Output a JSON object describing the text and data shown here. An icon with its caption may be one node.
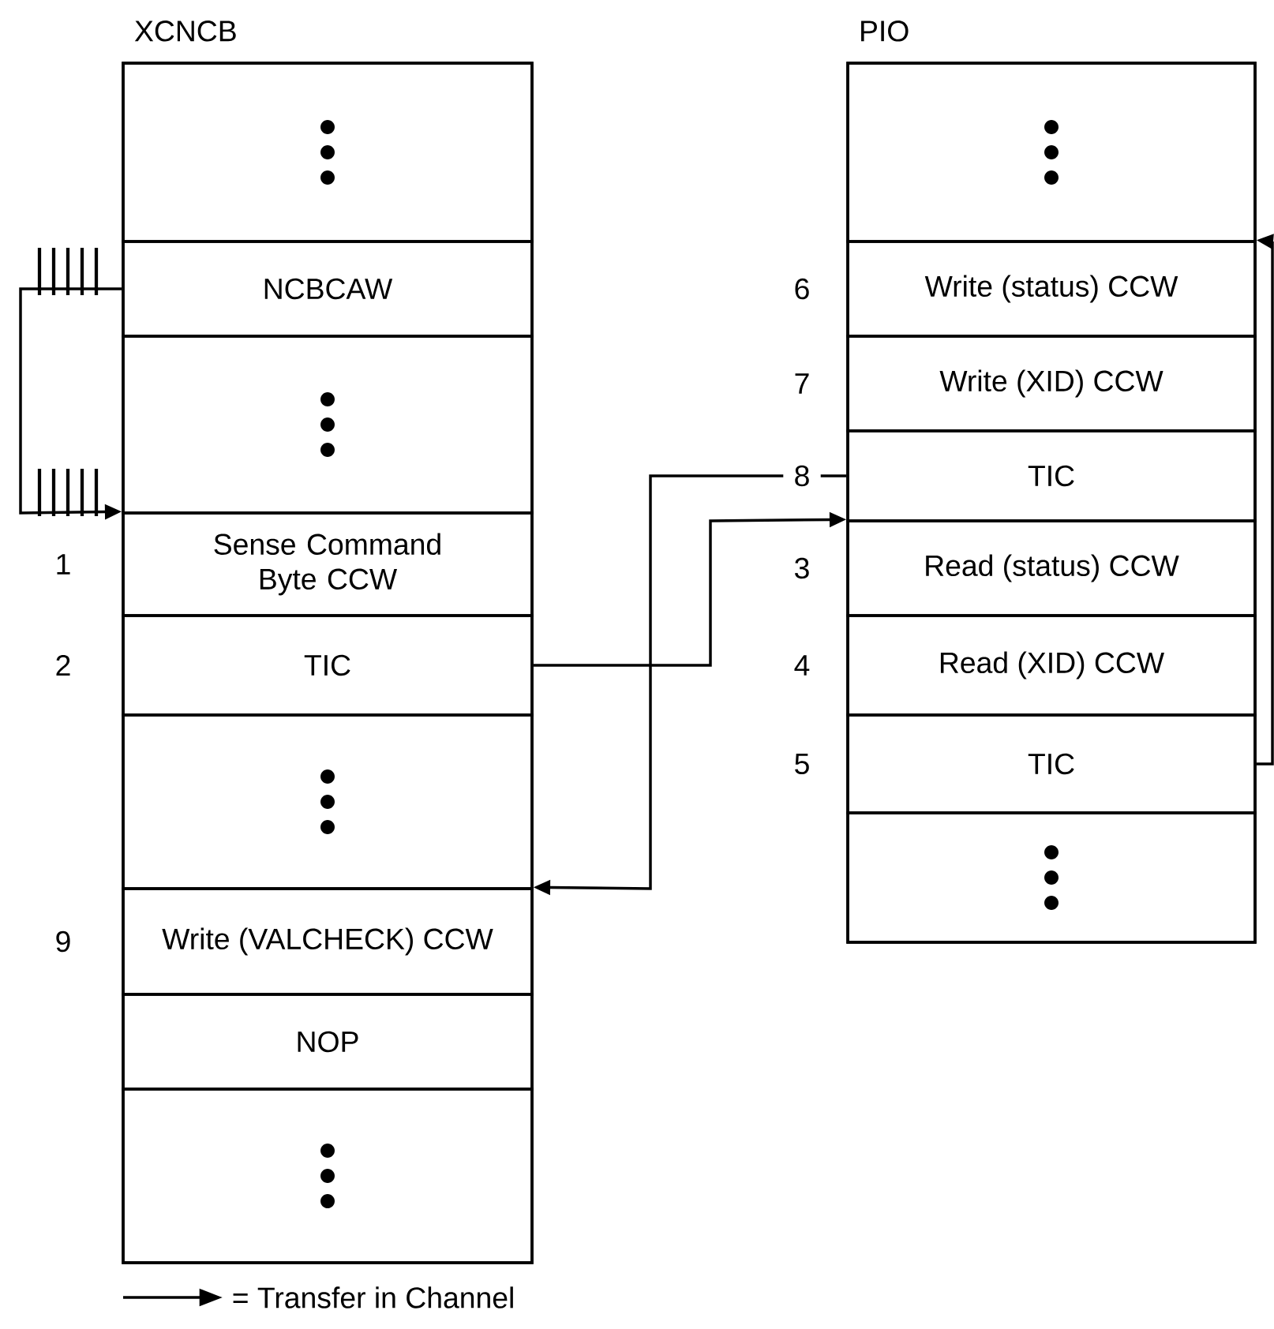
{
  "diagram": {
    "nodes": [
      {
        "text": [
          "XCNCB"
        ]
      },
      {
        "text": [],
        "shape": "box",
        "in": 0
      },
      {
        "text": [
          "NCBCAW"
        ],
        "in": 0
      },
      {
        "text": [],
        "shape": "box",
        "in": 0
      },
      {
        "text": [
          "Sense Command Byte CCW"
        ],
        "in": 0,
        "beside": [
          "1"
        ]
      },
      {
        "text": [
          "TIC"
        ],
        "in": 0,
        "beside": [
          "2"
        ]
      },
      {
        "text": [],
        "shape": "box",
        "in": 0
      },
      {
        "text": [
          "Write (VALCHECK) CCW"
        ],
        "in": 0,
        "beside": [
          "9"
        ]
      },
      {
        "text": [
          "NOP"
        ],
        "in": 0
      },
      {
        "text": [],
        "shape": "box",
        "in": 0
      },
      {
        "text": [
          "PIO"
        ]
      },
      {
        "text": [],
        "shape": "box",
        "in": 10
      },
      {
        "text": [
          "Write (status) CCW"
        ],
        "in": 10,
        "beside": [
          "6"
        ]
      },
      {
        "text": [
          "Write (XID) CCW"
        ],
        "in": 10,
        "beside": [
          "7"
        ]
      },
      {
        "text": [
          "TIC"
        ],
        "in": 10,
        "beside": [
          "8"
        ]
      },
      {
        "text": [
          "Read (status) CCW"
        ],
        "in": 10,
        "beside": [
          "3"
        ]
      },
      {
        "text": [
          "Read (XID) CCW"
        ],
        "in": 10,
        "beside": [
          "4"
        ]
      },
      {
        "text": [
          "TIC"
        ],
        "in": 10,
        "beside": [
          "5"
        ]
      },
      {
        "text": [],
        "shape": "box",
        "in": 10
      }
    ],
    "edges": [
      {
        "from": 2,
        "to": 4,
        "arrow": "to"
      },
      {
        "from": 5,
        "to": 15,
        "arrow": "to"
      },
      {
        "from": 14,
        "to": 7,
        "arrow": "to"
      },
      {
        "from": 17,
        "to": 12,
        "arrow": "to"
      }
    ],
    "legend": [
      {
        "text": "= Transfer in Channel"
      }
    ]
  }
}
